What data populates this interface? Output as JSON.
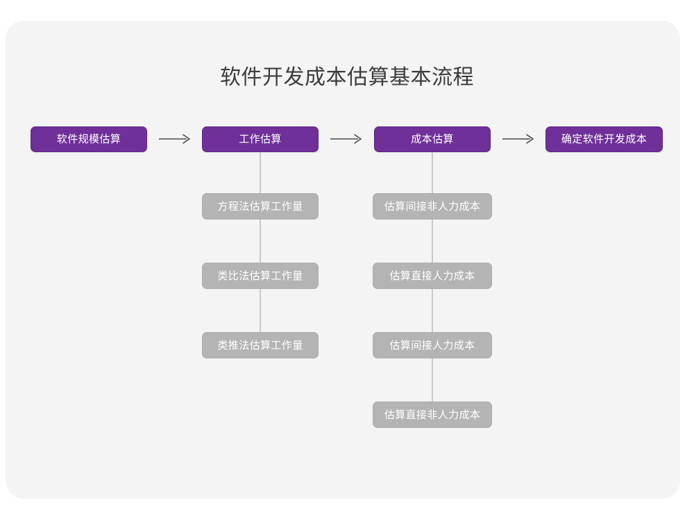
{
  "page": {
    "title": "软件开发成本估算基本流程",
    "background_color": "#ffffff",
    "card_color": "#f4f4f5",
    "primary_color": "#6f3099",
    "secondary_color": "#b4b4b4",
    "connector_color": "#c9c9c9",
    "arrow_color": "#4a4a4a",
    "title_color": "#3c3c3c"
  },
  "flow": {
    "main_steps": [
      {
        "label": "软件规模估算"
      },
      {
        "label": "工作估算"
      },
      {
        "label": "成本估算"
      },
      {
        "label": "确定软件开发成本"
      }
    ],
    "arrows": [
      {
        "name": "arrow-step1-step2",
        "glyph": "→"
      },
      {
        "name": "arrow-step2-step3",
        "glyph": "→"
      },
      {
        "name": "arrow-step3-step4",
        "glyph": "→"
      }
    ],
    "effort_branch": {
      "parent": "工作估算",
      "items": [
        {
          "label": "方程法估算工作量"
        },
        {
          "label": "类比法估算工作量"
        },
        {
          "label": "类推法估算工作量"
        }
      ]
    },
    "cost_branch": {
      "parent": "成本估算",
      "items": [
        {
          "label": "估算间接非人力成本"
        },
        {
          "label": "估算直接人力成本"
        },
        {
          "label": "估算间接人力成本"
        },
        {
          "label": "估算直接非人力成本"
        }
      ]
    }
  }
}
